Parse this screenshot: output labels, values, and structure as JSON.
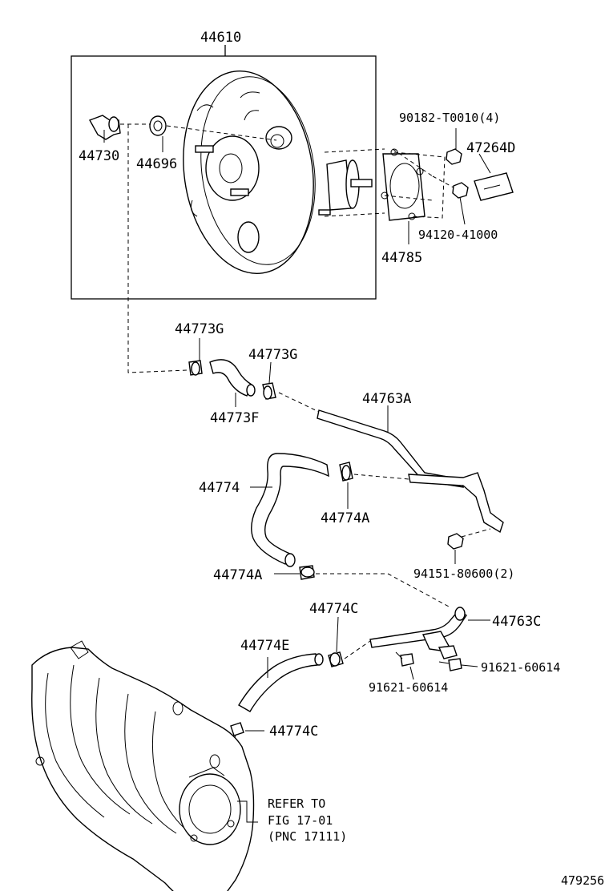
{
  "part_labels": {
    "p44610": "44610",
    "p44730": "44730",
    "p44696": "44696",
    "p90182": "90182-T0010(4)",
    "p47264d": "47264D",
    "p94120": "94120-41000",
    "p44785": "44785",
    "p44773g_a": "44773G",
    "p44773g_b": "44773G",
    "p44773f": "44773F",
    "p44763a": "44763A",
    "p44774": "44774",
    "p44774a_a": "44774A",
    "p94151": "94151-80600(2)",
    "p44774a_b": "44774A",
    "p44774c_a": "44774C",
    "p44763c": "44763C",
    "p44774e": "44774E",
    "p91621_a": "91621-60614",
    "p91621_b": "91621-60614",
    "p44774c_b": "44774C"
  },
  "reference_note": {
    "line1": "REFER TO",
    "line2": "FIG 17-01",
    "line3": "(PNC 17111)"
  },
  "figure_number": "479256"
}
